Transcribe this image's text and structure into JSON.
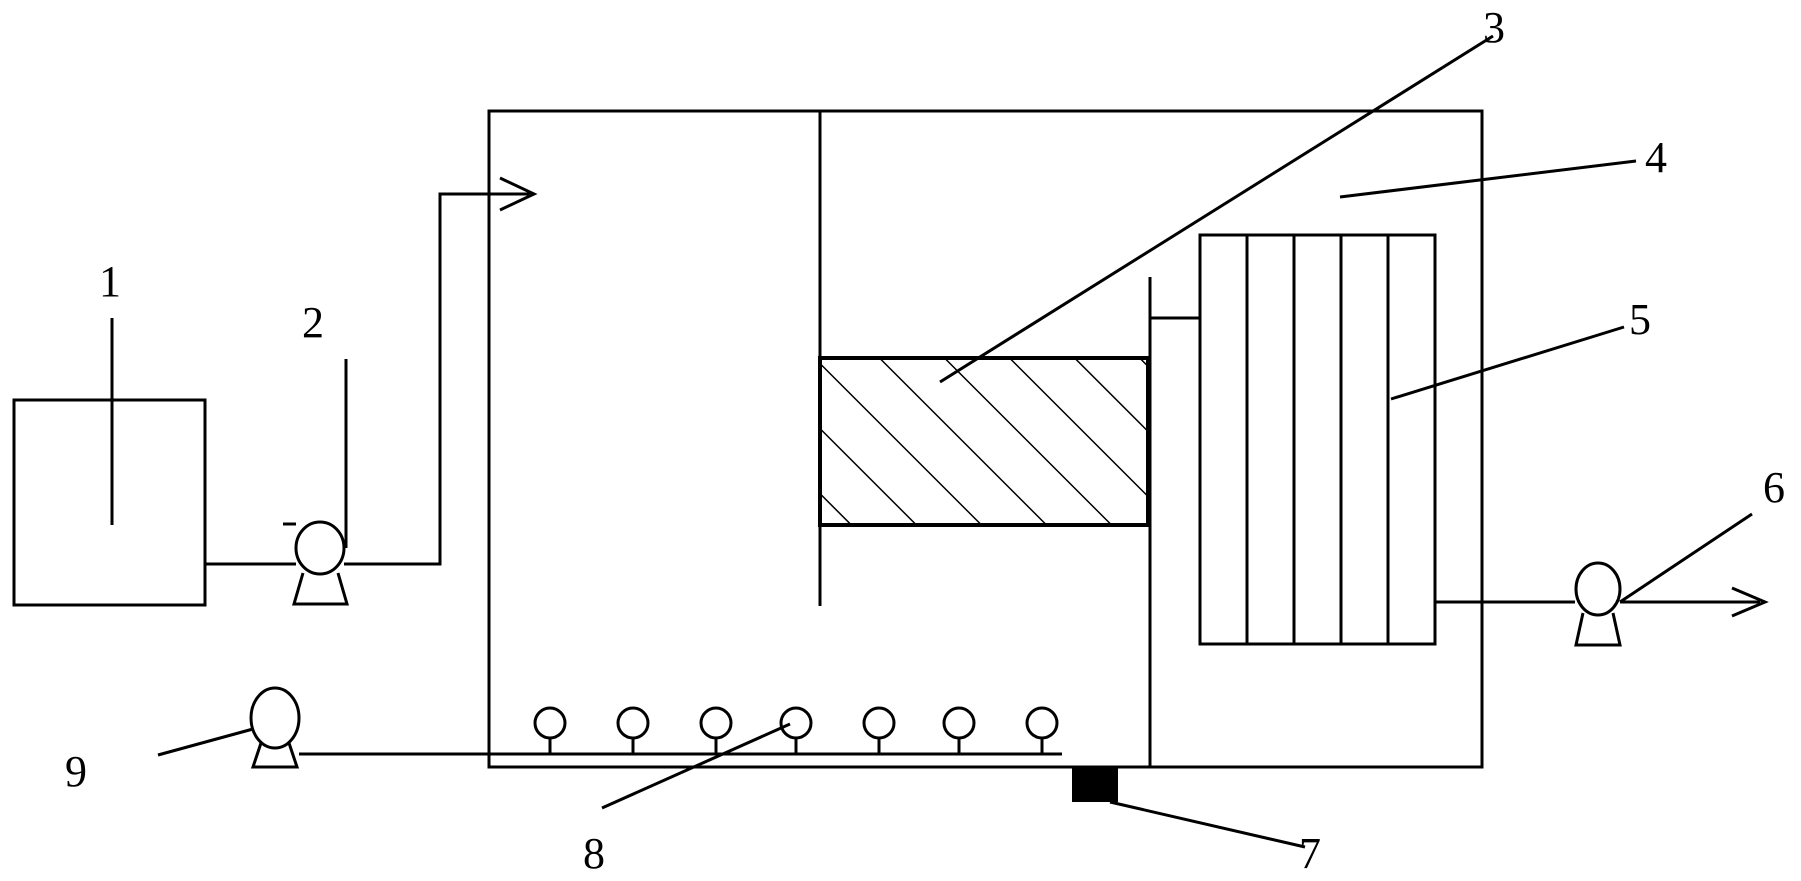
{
  "labels": {
    "l1": "1",
    "l2": "2",
    "l3": "3",
    "l4": "4",
    "l5": "5",
    "l6": "6",
    "l7": "7",
    "l8": "8",
    "l9": "9"
  },
  "colors": {
    "stroke": "#000000",
    "background": "#ffffff"
  }
}
